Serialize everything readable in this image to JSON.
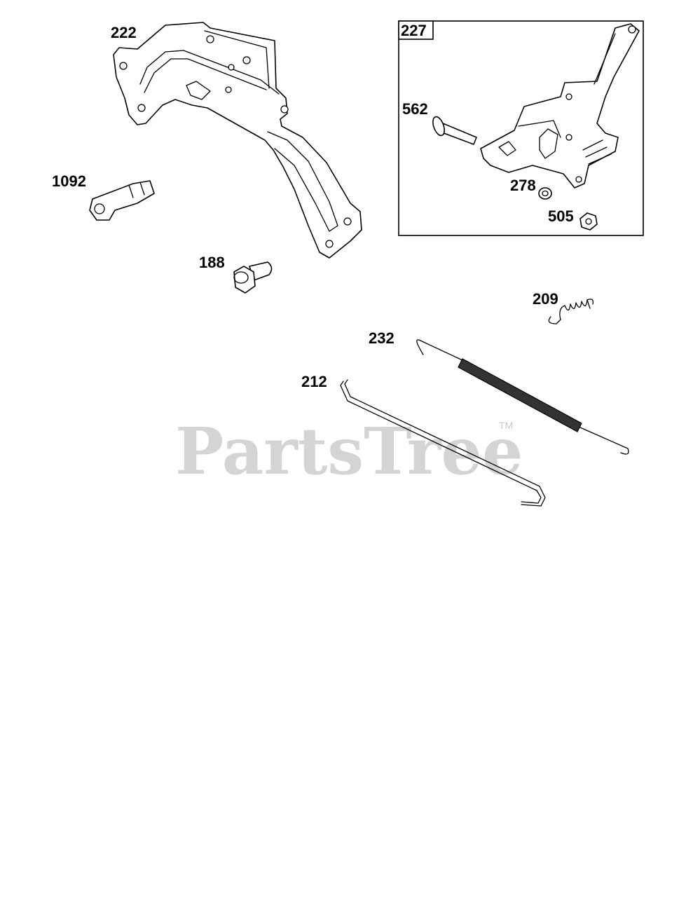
{
  "watermark": {
    "text": "PartsTree",
    "trademark": "TM"
  },
  "inset_box_label": "227",
  "callouts": {
    "p222": "222",
    "p1092": "1092",
    "p188": "188",
    "p227": "227",
    "p562": "562",
    "p278": "278",
    "p505": "505",
    "p209": "209",
    "p232": "232",
    "p212": "212"
  }
}
